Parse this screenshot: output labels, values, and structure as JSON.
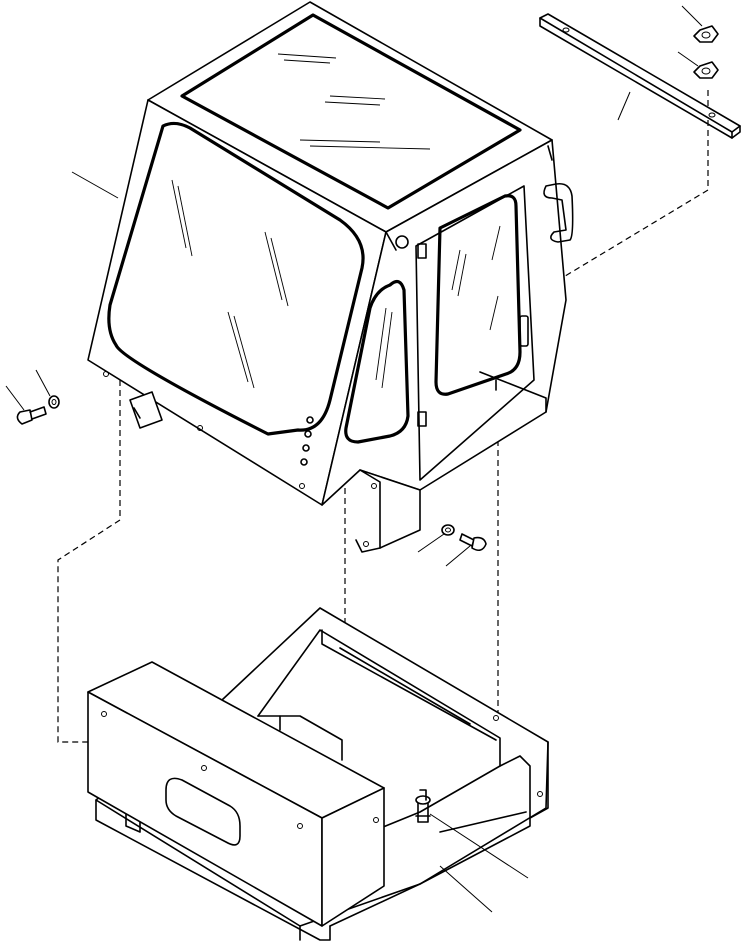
{
  "diagram": {
    "type": "exploded-parts-view",
    "parts": [
      {
        "id": "cab",
        "icon": "operator-cab-icon"
      },
      {
        "id": "upper-strap",
        "icon": "mounting-strap-icon"
      },
      {
        "id": "nut-upper-1",
        "icon": "hex-nut-icon"
      },
      {
        "id": "nut-upper-2",
        "icon": "hex-nut-icon"
      },
      {
        "id": "bolt-left",
        "icon": "bolt-icon"
      },
      {
        "id": "washer-left",
        "icon": "washer-icon"
      },
      {
        "id": "bolt-right",
        "icon": "bolt-icon"
      },
      {
        "id": "washer-right",
        "icon": "washer-icon"
      },
      {
        "id": "cab-base-frame",
        "icon": "base-frame-icon"
      },
      {
        "id": "floor-bolt",
        "icon": "bolt-icon"
      },
      {
        "id": "side-box",
        "icon": "storage-box-icon"
      }
    ],
    "leader_count": 10,
    "line_style": {
      "stroke": "#000000",
      "background": "#ffffff"
    }
  }
}
